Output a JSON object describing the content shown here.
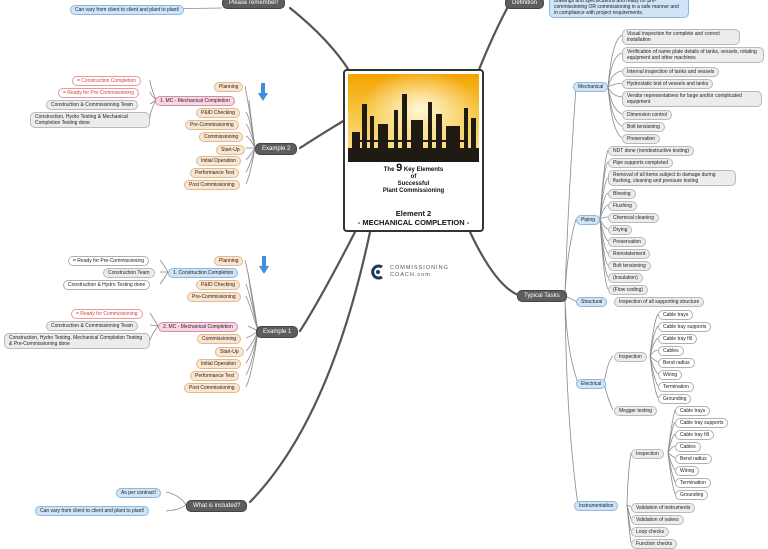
{
  "center": {
    "title_pre": "The",
    "title_num": "9",
    "title_line1": "Key Elements",
    "title_line2": "of",
    "title_line3": "Successful",
    "title_line4": "Plant Commissioning",
    "element": "Element 2",
    "subtitle": "- MECHANICAL COMPLETION -"
  },
  "logo": {
    "line1": "COMMISSIONING",
    "line2": "COACH.com"
  },
  "top": {
    "please_remember": "Please remember!",
    "can_vary": "Can vary from client to client and plant to plant!",
    "definition": "Definition",
    "definition_text": "drawings and specifications and ready for pre-commissioning OR commissioning in a safe manner and in compliance with project requirements."
  },
  "example2": {
    "label": "Example 2",
    "steps": [
      "Planning",
      "1. MC - Mechanical Completion",
      "P&ID Checking",
      "Pre-Commissioning",
      "Commissioning",
      "Start-Up",
      "Initial Operation",
      "Performance Test",
      "Post Commissioning"
    ],
    "notes": [
      "= Construction Completion",
      "= Ready for Pre-Commissioning",
      "Construction & Commissioning Team",
      "Construction, Hydro Testing & Mechanical Completion Testing done"
    ]
  },
  "example1": {
    "label": "Example 1",
    "steps": [
      "Planning",
      "1. Construction Completion",
      "P&ID Checking",
      "Pre-Commissioning",
      "2. MC - Mechanical Completion",
      "Commissioning",
      "Start-Up",
      "Initial Operation",
      "Performance Test",
      "Post Commissioning"
    ],
    "notes": [
      "= Ready for Pre-Commissioning",
      "Construction Team",
      "Construction & Hydro Testing done",
      "= Ready for Commissioning",
      "Construction & Commissioning Team",
      "Construction, Hydro Testing, Mechanical Completion Testing & Pre-Commissioning done"
    ]
  },
  "included": {
    "label": "What is included?",
    "as_per_contract": "As per contract!",
    "can_vary": "Can vary from client to client and plant to plant!"
  },
  "tasks": {
    "label": "Typical Tasks",
    "mechanical": {
      "label": "Mechanical",
      "items": [
        "Visual inspection for complete and correct installation",
        "Verification of name plate details of tanks, vessels, rotating equipment and other machines",
        "Internal inspection of tanks and vessels",
        "Hydrostatic test of vessels and tanks",
        "Vendor representatives for large and/or complicated equipment",
        "Dimension control",
        "Bolt tensioning",
        "Preservation"
      ]
    },
    "piping": {
      "label": "Piping",
      "items": [
        "NDT done (nondestructive testing)",
        "Pipe supports completed",
        "Removal of all items subject to damage during flushing, cleaning and pressure testing",
        "Blowing",
        "Flushing",
        "Chemical cleaning",
        "Drying",
        "Preservation",
        "Reinstatement",
        "Bolt tensioning",
        "(Insulation)",
        "(Flow coding)"
      ]
    },
    "structural": {
      "label": "Structural",
      "item": "Inspection of all supporting structure"
    },
    "electrical": {
      "label": "Electrical",
      "inspection": "Inspection",
      "items": [
        "Cable trays",
        "Cable tray supports",
        "Cable tray fill",
        "Cables",
        "Bend radius",
        "Wiring",
        "Termination",
        "Grounding"
      ],
      "megger": "Megger testing"
    },
    "instrumentation": {
      "label": "Instrumentation",
      "inspection": "Inspection",
      "items": [
        "Cable trays",
        "Cable tray supports",
        "Cable tray fill",
        "Cables",
        "Bend radius",
        "Wiring",
        "Termination",
        "Grounding"
      ],
      "more": [
        "Validation of instruments",
        "Validation of valves",
        "Loop checks",
        "Function checks"
      ]
    }
  }
}
